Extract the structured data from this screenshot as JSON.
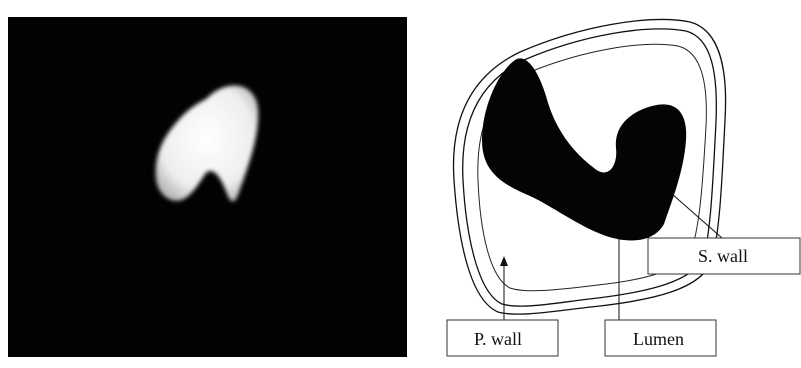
{
  "labels": {
    "s_wall": "S. wall",
    "p_wall": "P. wall",
    "lumen": "Lumen"
  },
  "colors": {
    "micrograph_background": "#000000",
    "lumen_fill": "#000000",
    "stained_region": "#f4f4f4"
  }
}
